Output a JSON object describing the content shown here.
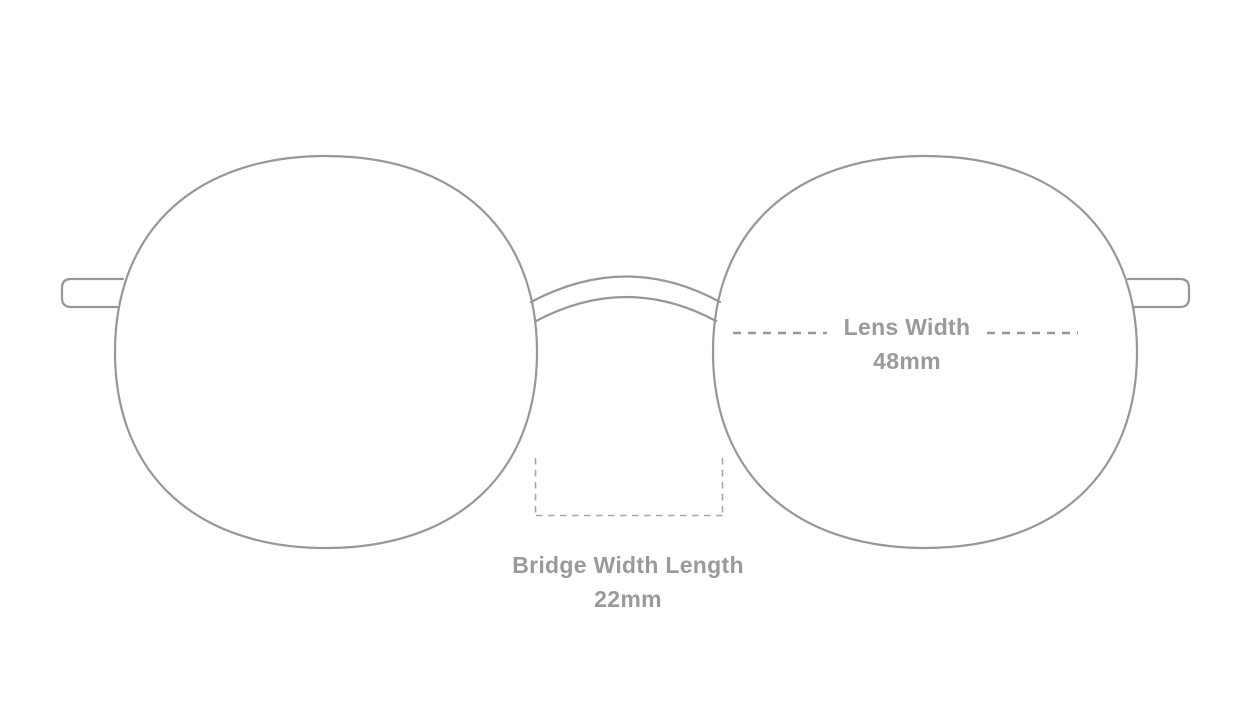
{
  "page": {
    "background": "#ffffff"
  },
  "diagram": {
    "subject": "eyeglasses-front-view-measurement-diagram",
    "outline_color": "#979797",
    "bracket_color": "#a6a6a6",
    "text_color": "#9a9a9a"
  },
  "measurements": {
    "lens_width": {
      "label": "Lens Width",
      "value": "48mm"
    },
    "bridge_width": {
      "label": "Bridge Width Length",
      "value": "22mm"
    }
  }
}
